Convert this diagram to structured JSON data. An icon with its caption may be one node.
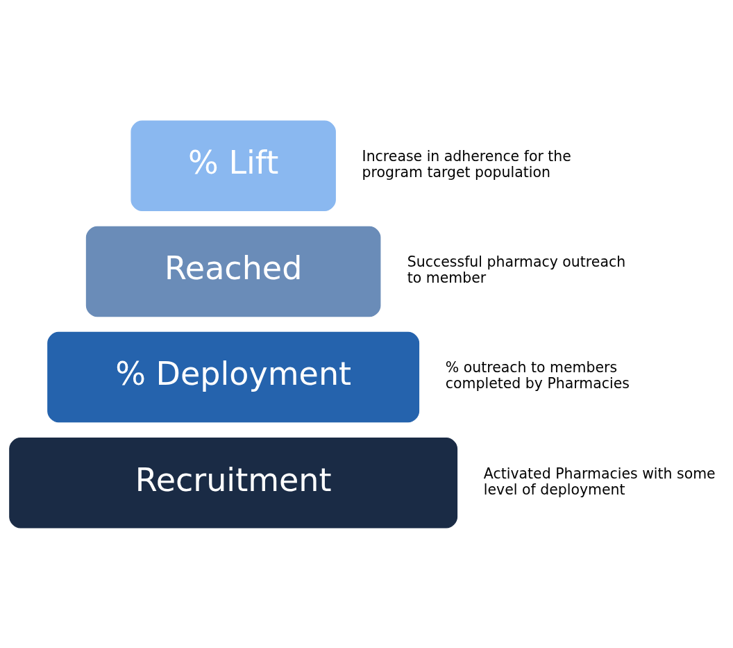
{
  "diagram": {
    "nodes": [
      {
        "text": [
          "% Lift"
        ],
        "beside": [
          "Increase in adherence for the program target population"
        ]
      },
      {
        "text": [
          "Reached"
        ],
        "beside": [
          "Successful pharmacy outreach to member"
        ]
      },
      {
        "text": [
          "% Deployment"
        ],
        "beside": [
          "% outreach to members completed by Pharmacies"
        ]
      },
      {
        "text": [
          "Recruitment"
        ],
        "beside": [
          "Activated Pharmacies with some level of deployment"
        ]
      }
    ]
  }
}
